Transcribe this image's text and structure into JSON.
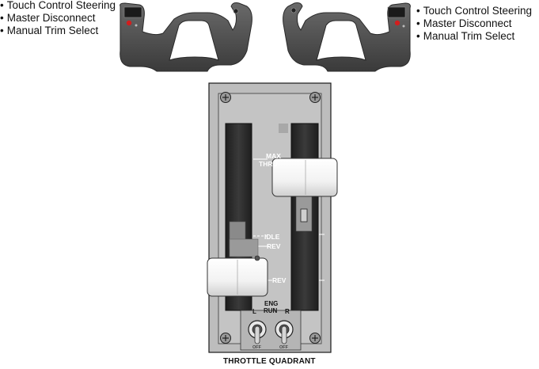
{
  "left_yoke": {
    "callouts": [
      "Touch Control Steering",
      "Master Disconnect",
      "Manual Trim Select"
    ]
  },
  "right_yoke": {
    "callouts": [
      "Touch Control Steering",
      "Master Disconnect",
      "Manual Trim Select"
    ]
  },
  "quadrant": {
    "labels": {
      "max_thrust_line1": "MAX",
      "max_thrust_line2": "THRU",
      "idle": "IDLE",
      "rev_upper": "REV",
      "rev_lower": "REV",
      "eng_run_line1": "ENG",
      "eng_run_line2": "RUN",
      "switch_left": "L",
      "switch_right": "R",
      "off_left": "OFF",
      "off_right": "OFF"
    },
    "caption": "THROTTLE QUADRANT"
  },
  "colors": {
    "yoke_body": "#4a4a4a",
    "panel": "#bfbfbf",
    "slot": "#2b2b2b",
    "lever_knob": "#ffffff"
  }
}
